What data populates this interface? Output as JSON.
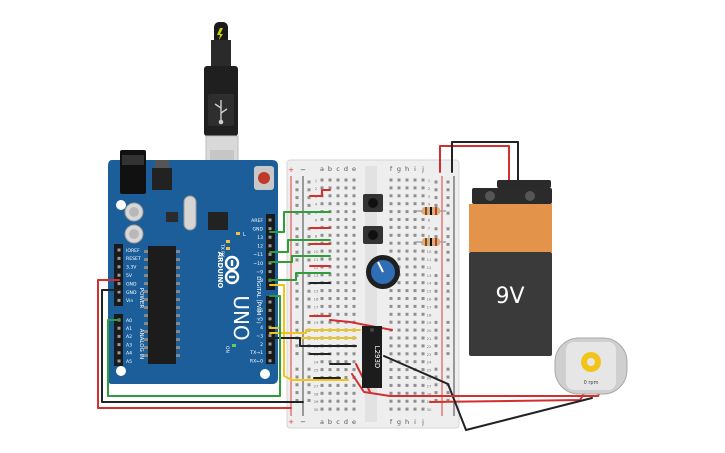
{
  "arduino": {
    "brand_word": "ARDUINO",
    "model": "UNO",
    "power_header": "POWER",
    "analog_header": "ANALOG IN",
    "digital_header": "DIGITAL (PWM ~)",
    "power_pins": [
      "IOREF",
      "RESET",
      "3.3V",
      "5V",
      "GND",
      "GND",
      "Vin"
    ],
    "analog_pins": [
      "A0",
      "A1",
      "A2",
      "A3",
      "A4",
      "A5"
    ],
    "digital_pins": [
      "AREF",
      "GND",
      "13",
      "12",
      "~11",
      "~10",
      "~9",
      "8",
      "7",
      "~6",
      "~5",
      "4",
      "~3",
      "2",
      "TX→1",
      "RX←0"
    ],
    "led_labels": [
      "L",
      "TX",
      "RX"
    ],
    "on_label": "ON"
  },
  "breadboard": {
    "col_letters_left": [
      "a",
      "b",
      "c",
      "d",
      "e"
    ],
    "col_letters_right": [
      "f",
      "g",
      "h",
      "i",
      "j"
    ],
    "rail_plus": "+",
    "rail_minus": "−",
    "row_numbers": [
      "1",
      "2",
      "3",
      "4",
      "5",
      "6",
      "7",
      "8",
      "9",
      "10",
      "11",
      "12",
      "13",
      "14",
      "15",
      "16",
      "17",
      "18",
      "19",
      "20",
      "21",
      "22",
      "23",
      "24",
      "25",
      "26",
      "27",
      "28",
      "29",
      "30"
    ]
  },
  "chip": {
    "label": "L293D"
  },
  "battery": {
    "label": "9V"
  },
  "motor": {
    "label": "0 rpm"
  },
  "colors": {
    "arduino_blue": "#1b5e9a",
    "wire_red": "#d32f2f",
    "wire_black": "#222222",
    "wire_green": "#2e9d3a",
    "wire_yellow": "#f2c418",
    "battery_orange": "#e3934a",
    "battery_dark": "#3a3a3a",
    "board_body": "#eeeeee",
    "pot_blue": "#2f6db5"
  }
}
